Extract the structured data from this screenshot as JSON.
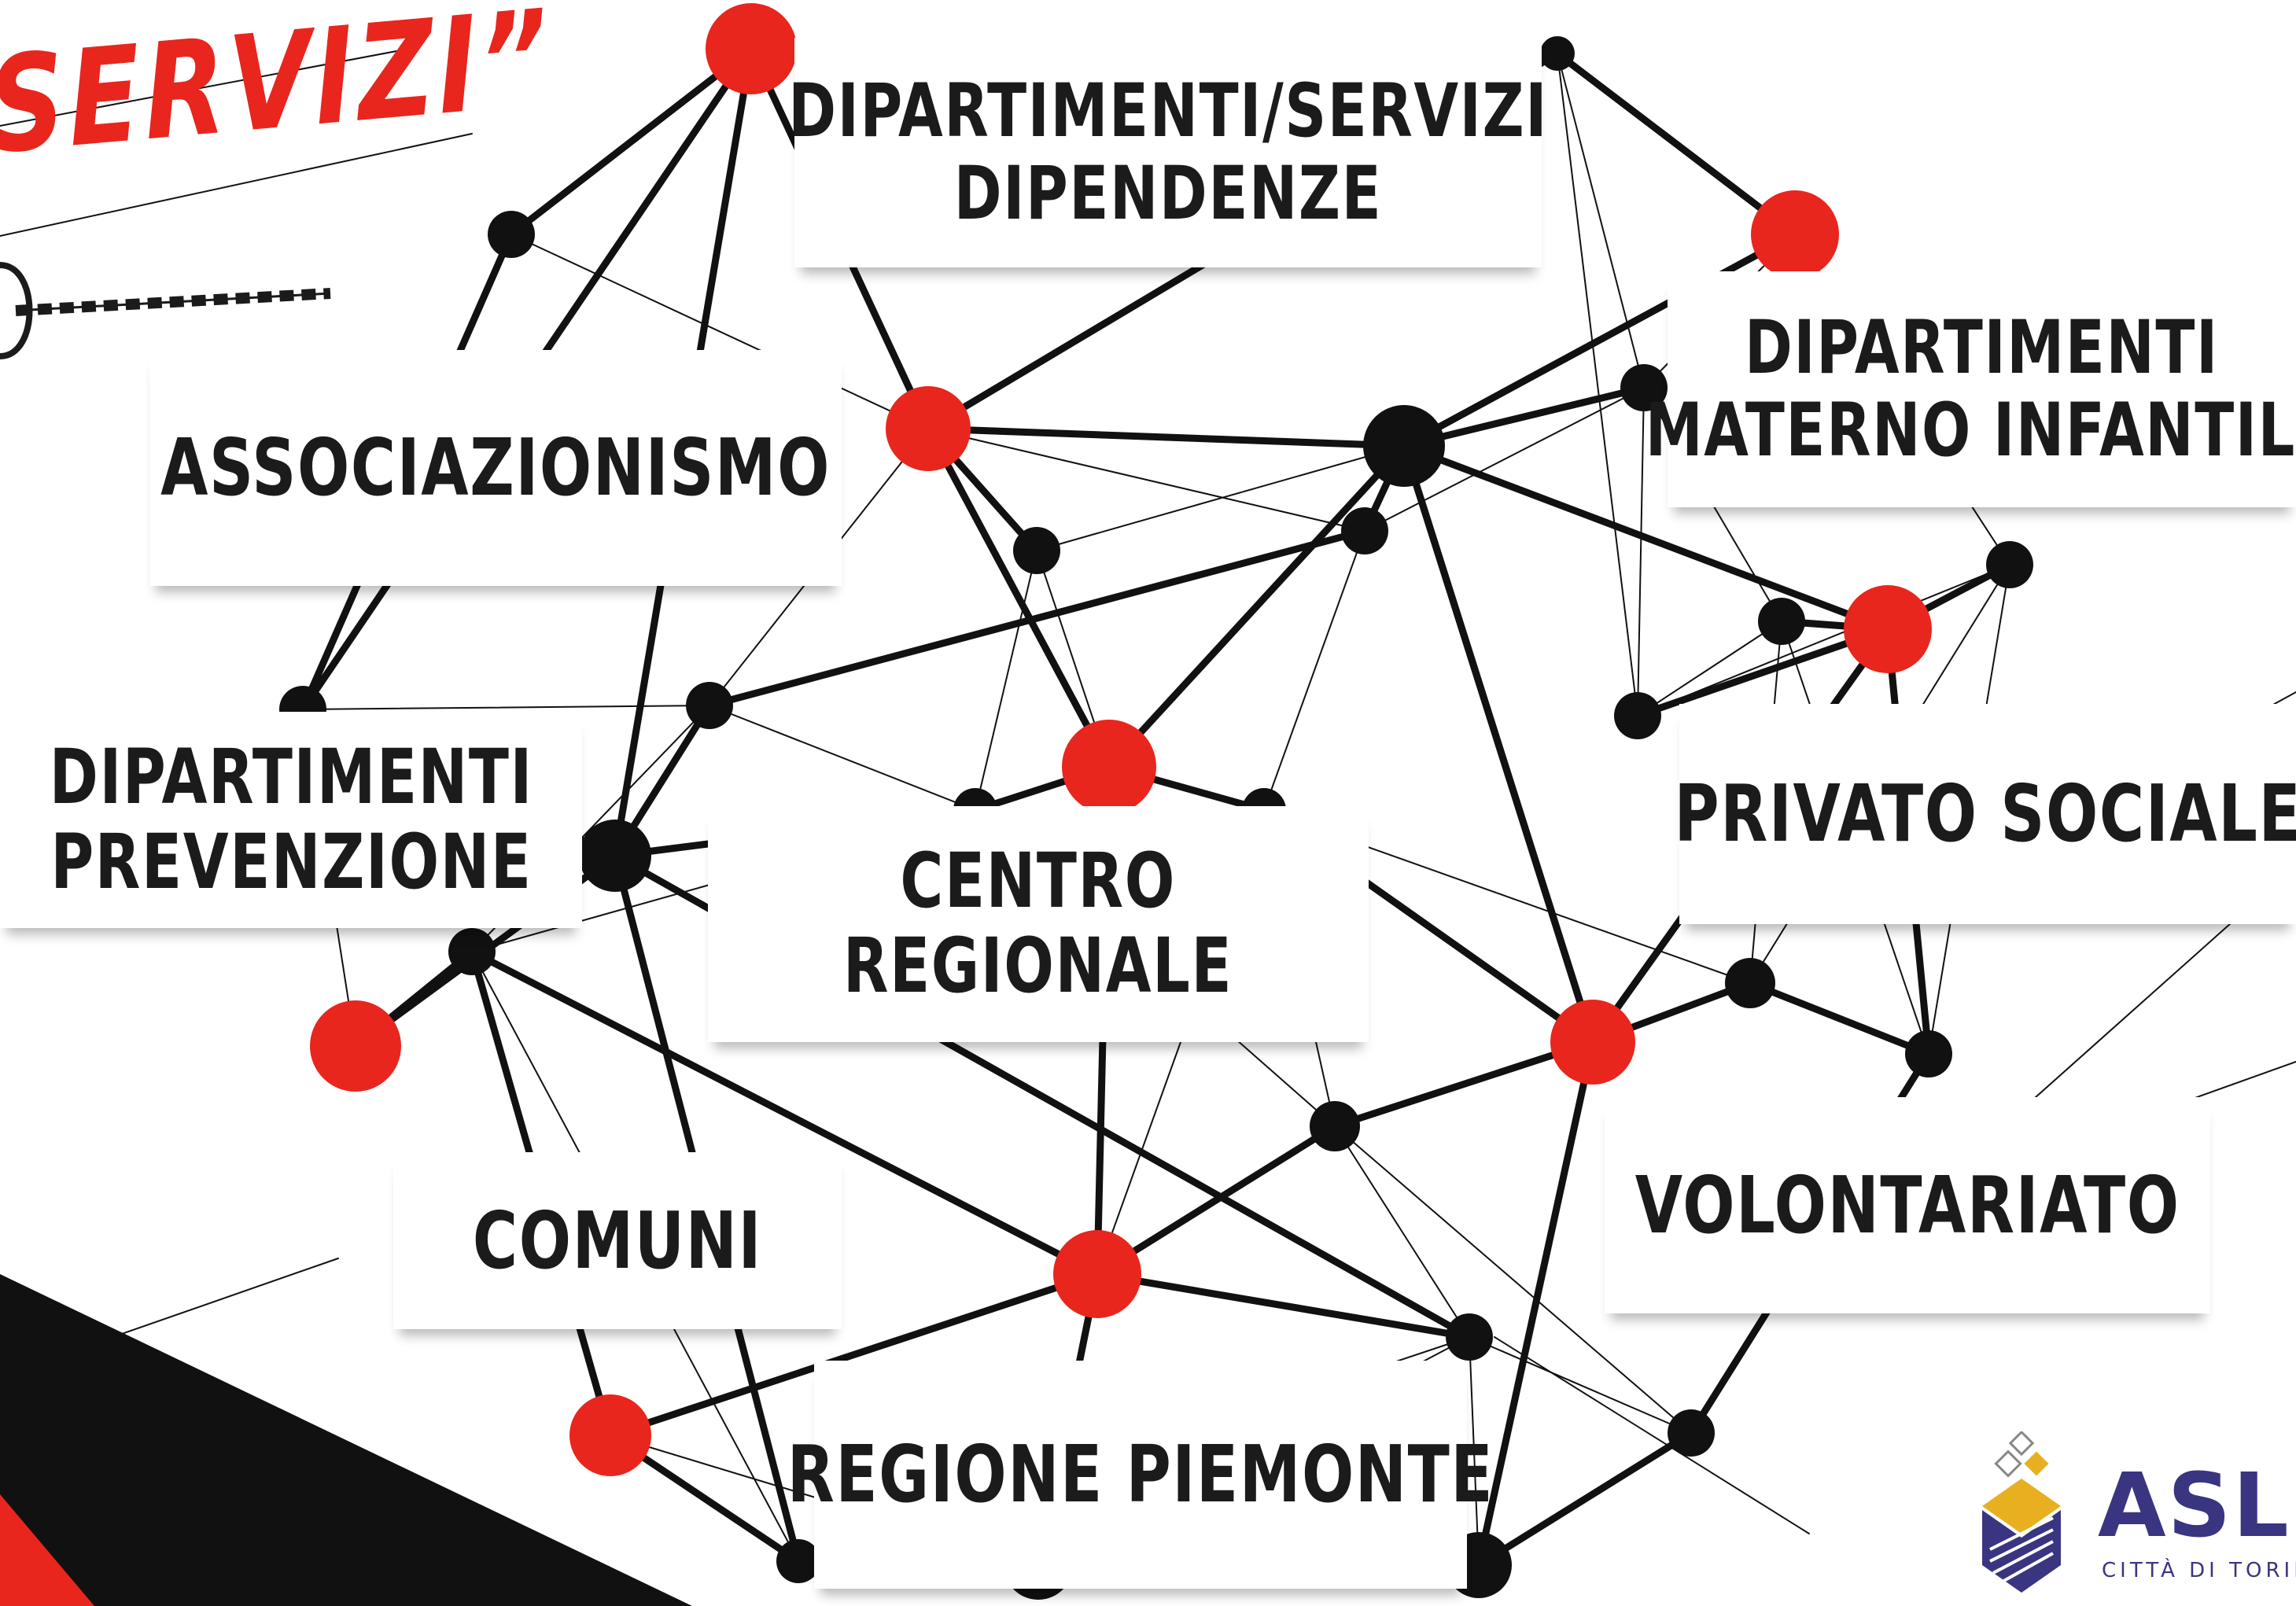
{
  "title": "SERVIZI”",
  "labels": {
    "dipartimenti_servizi_dipendenze": [
      "DIPARTIMENTI/SERVIZI",
      "DIPENDENZE"
    ],
    "dipartimenti_materno_infantili": [
      "DIPARTIMENTI",
      "MATERNO INFANTILI"
    ],
    "associazionismo": [
      "ASSOCIAZIONISMO"
    ],
    "dipartimenti_prevenzione": [
      "DIPARTIMENTI",
      "PREVENZIONE"
    ],
    "centro_regionale": [
      "CENTRO",
      "REGIONALE"
    ],
    "privato_sociale": [
      "PRIVATO SOCIALE"
    ],
    "volontariato": [
      "VOLONTARIATO"
    ],
    "comuni": [
      "COMUNI"
    ],
    "regione_piemonte": [
      "REGIONE PIEMONTE"
    ]
  },
  "logo": {
    "name": "ASL",
    "subtitle": "CITTÀ DI TORINO"
  },
  "colors": {
    "accent_red": "#e8261d",
    "node_black": "#111111",
    "text_dark": "#1b1b1b",
    "logo_purple": "#3a3580",
    "logo_gold": "#e8b020"
  }
}
